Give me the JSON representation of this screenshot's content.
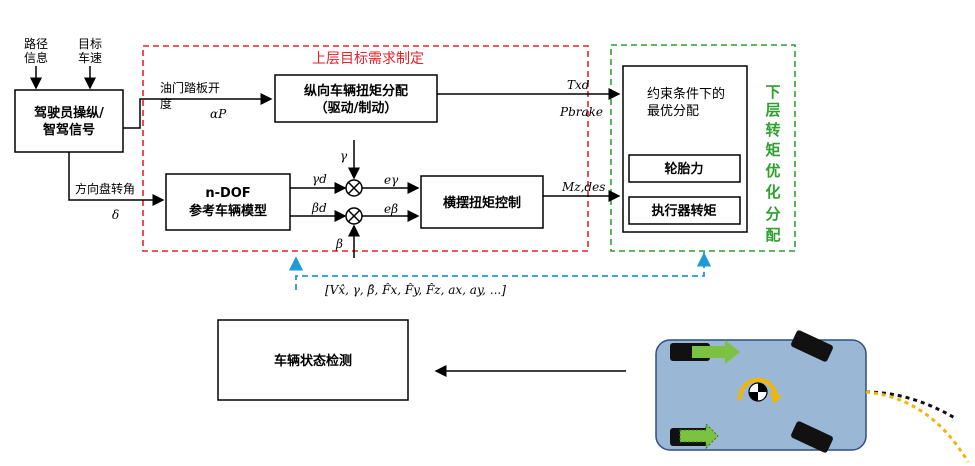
{
  "inputs": {
    "path_info": [
      "路径",
      "信息"
    ],
    "target_speed": [
      "目标",
      "车速"
    ]
  },
  "driver_block": [
    "驾驶员操纵/",
    "智驾信号"
  ],
  "upper_title": "上层目标需求制定",
  "lower_title": [
    "下",
    "层",
    "转",
    "矩",
    "优",
    "化",
    "分",
    "配"
  ],
  "pedal_label": [
    "油门踏板开",
    "度"
  ],
  "alpha_p": "αP",
  "longitudinal_block": [
    "纵向车辆扭矩分配",
    "（驱动/制动）"
  ],
  "steering_label": "方向盘转角",
  "delta": "δ",
  "ndof_block": [
    "n-DOF",
    "参考车辆模型"
  ],
  "gamma": "γ",
  "beta": "β",
  "gamma_d": "γd",
  "beta_d": "βd",
  "e_gamma": "eγ",
  "e_beta": "eβ",
  "yaw_block": "横摆扭矩控制",
  "t_xd": "Txd",
  "p_brake": "Pbrake",
  "mz_des": "Mz,des",
  "optim_block": [
    "约束条件下的",
    "最优分配"
  ],
  "tire_force": "轮胎力",
  "actuator_torque": "执行器转矩",
  "feedback_vector": "[Vx̂, γ, β̂, F̂x, F̂y, F̂z, ax, ay, ...]",
  "state_detect": "车辆状态检测",
  "colors": {
    "upper_border": "#e8202a",
    "lower_border": "#2ea02e",
    "feedback": "#1e9bd7",
    "vehicle_body": "#9bb7d6",
    "arrow_green": "#7cc242",
    "traj_yellow": "#f2b705"
  }
}
